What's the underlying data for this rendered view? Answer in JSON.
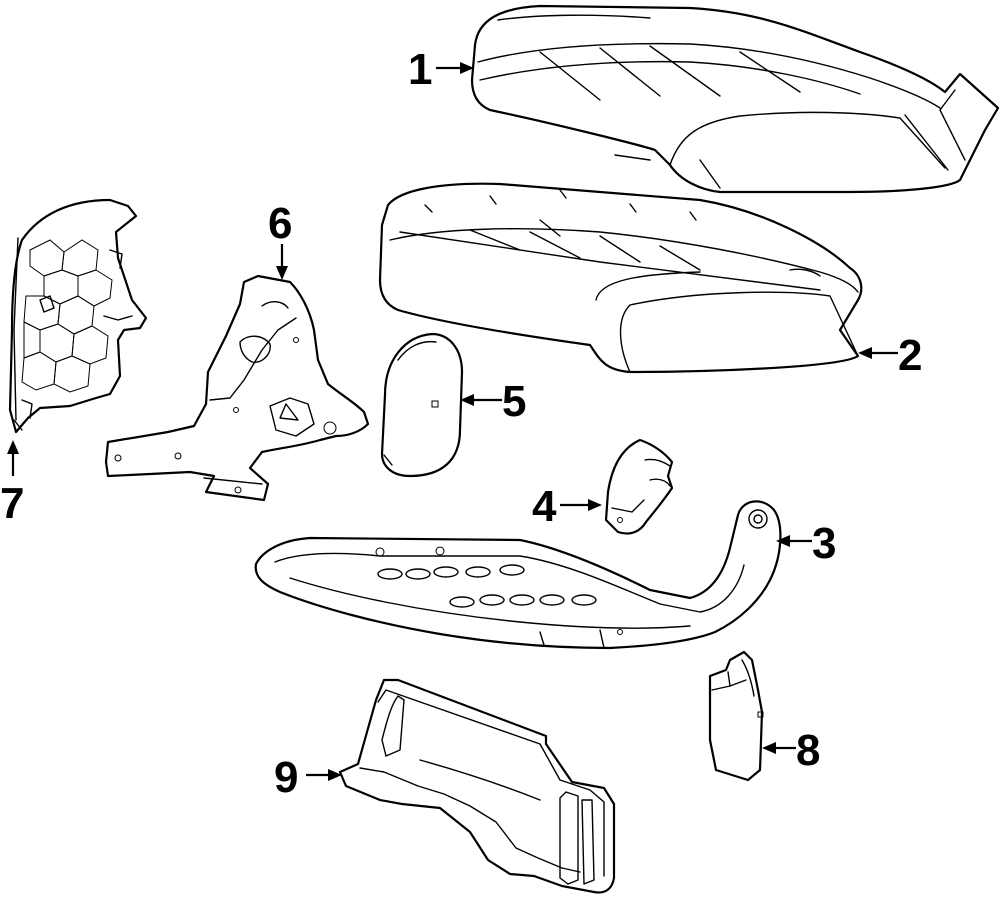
{
  "diagram": {
    "colors": {
      "line": "#000000",
      "background": "#ffffff"
    },
    "parts": [
      {
        "id": "cushion-cover",
        "label": "1"
      },
      {
        "id": "cushion-pad",
        "label": "2"
      },
      {
        "id": "seat-frame",
        "label": "3"
      },
      {
        "id": "small-bracket",
        "label": "4"
      },
      {
        "id": "side-trim-panel",
        "label": "5"
      },
      {
        "id": "hinge-bracket",
        "label": "6"
      },
      {
        "id": "outer-shield",
        "label": "7"
      },
      {
        "id": "trim-cover",
        "label": "8"
      },
      {
        "id": "storage-tray",
        "label": "9"
      }
    ]
  }
}
